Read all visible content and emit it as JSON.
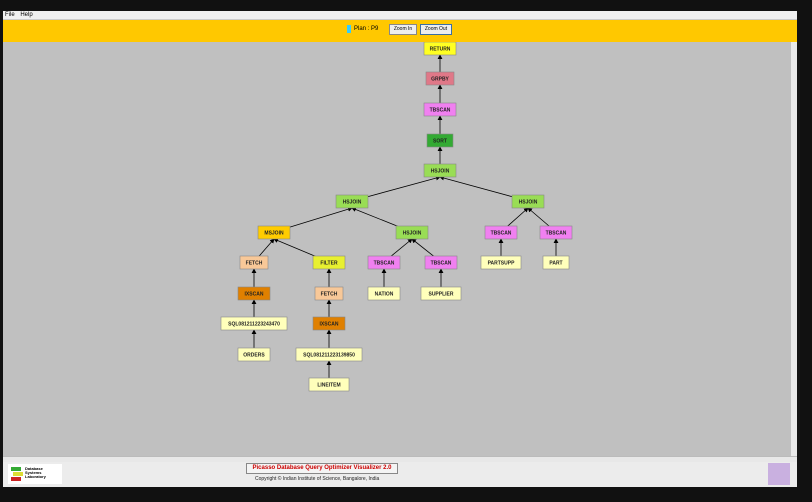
{
  "menu": [
    "File",
    "Help"
  ],
  "toolbar": {
    "plan_label": "Plan : P9",
    "zoom_in": "Zoom In",
    "zoom_out": "Zoom Out",
    "plan_color": "#33ccff"
  },
  "footer": {
    "title": "Picasso Database Query Optimizer Visualizer 2.0",
    "copyright": "Copyright © Indian Institute of Science, Bangalore, India",
    "logo_text": "Database Systems Laboratory"
  },
  "colors": {
    "RETURN": "#ffff22",
    "GRPBY": "#e07888",
    "TBSCAN": "#f080f0",
    "SORT": "#33aa33",
    "HSJOIN": "#99dd55",
    "MSJOIN": "#ffcc00",
    "FETCH": "#f8c898",
    "IXSCAN": "#e08000",
    "FILTER": "#e8f030",
    "LEAF": "#ffffbb"
  },
  "tree": {
    "label": "RETURN",
    "children": [
      {
        "label": "GRPBY",
        "children": [
          {
            "label": "TBSCAN",
            "children": [
              {
                "label": "SORT",
                "children": [
                  {
                    "label": "HSJOIN",
                    "children": [
                      {
                        "label": "HSJOIN",
                        "children": [
                          {
                            "label": "MSJOIN",
                            "children": [
                              {
                                "label": "FETCH",
                                "children": [
                                  {
                                    "label": "IXSCAN",
                                    "children": [
                                      {
                                        "label": "SQL081211223243470",
                                        "leaf": true,
                                        "children": [
                                          {
                                            "label": "ORDERS",
                                            "leaf": true
                                          }
                                        ]
                                      }
                                    ]
                                  }
                                ]
                              },
                              {
                                "label": "FILTER",
                                "children": [
                                  {
                                    "label": "FETCH",
                                    "children": [
                                      {
                                        "label": "IXSCAN",
                                        "children": [
                                          {
                                            "label": "SQL081211223139850",
                                            "leaf": true,
                                            "children": [
                                              {
                                                "label": "LINEITEM",
                                                "leaf": true
                                              }
                                            ]
                                          }
                                        ]
                                      }
                                    ]
                                  }
                                ]
                              }
                            ]
                          },
                          {
                            "label": "HSJOIN",
                            "children": [
                              {
                                "label": "TBSCAN",
                                "children": [
                                  {
                                    "label": "NATION",
                                    "leaf": true
                                  }
                                ]
                              },
                              {
                                "label": "TBSCAN",
                                "children": [
                                  {
                                    "label": "SUPPLIER",
                                    "leaf": true
                                  }
                                ]
                              }
                            ]
                          }
                        ]
                      },
                      {
                        "label": "HSJOIN",
                        "children": [
                          {
                            "label": "TBSCAN",
                            "children": [
                              {
                                "label": "PARTSUPP",
                                "leaf": true
                              }
                            ]
                          },
                          {
                            "label": "TBSCAN",
                            "children": [
                              {
                                "label": "PART",
                                "leaf": true
                              }
                            ]
                          }
                        ]
                      }
                    ]
                  }
                ]
              }
            ]
          }
        ]
      }
    ]
  }
}
